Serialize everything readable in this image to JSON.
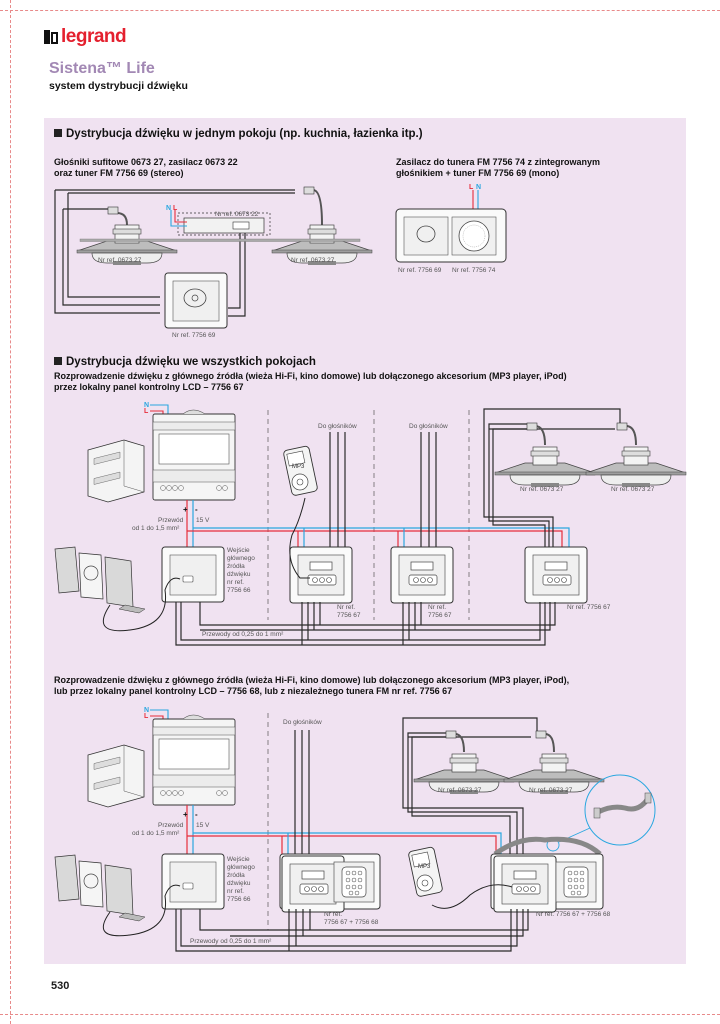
{
  "brand": {
    "logo_text": "legrand"
  },
  "header": {
    "title": "Sistena™ Life",
    "subtitle": "system dystrybucji dźwięku"
  },
  "section1": {
    "heading": "Dystrybucja dźwięku w jednym pokoju (np. kuchnia, łazienka itp.)",
    "left": {
      "caption_line1": "Głośniki sufitowe 0673 27, zasilacz 0673 22",
      "caption_line2": "oraz tuner FM 7756 69 (stereo)",
      "labels": {
        "N": "N",
        "L": "L",
        "psu_ref": "Nr ref. 0673 22",
        "speaker_left_ref": "Nr ref. 0673 27",
        "speaker_right_ref": "Nr ref. 0673 27",
        "tuner_ref": "Nr ref. 7756 69"
      }
    },
    "right": {
      "caption_line1": "Zasilacz do tunera FM 7756 74 z zintegrowanym",
      "caption_line2": "głośnikiem + tuner FM 7756 69 (mono)",
      "labels": {
        "L": "L",
        "N": "N",
        "tuner_ref": "Nr ref. 7756 69",
        "speaker_ref": "Nr ref. 7756 74"
      }
    }
  },
  "section2": {
    "heading": "Dystrybucja dźwięku we wszystkich pokojach",
    "caption_line1": "Rozprowadzenie dźwięku z głównego źródła (wieża Hi-Fi, kino domowe) lub dołączonego akcesorium (MP3 player, iPod)",
    "caption_line2": "przez lokalny panel kontrolny LCD – 7756 67",
    "labels": {
      "N": "N",
      "L": "L",
      "to_speakers_1": "Do głośników",
      "to_speakers_2": "Do głośników",
      "mp3": "MP3",
      "cable_line1": "Przewód",
      "cable_line2": "od 1 do 1,5 mm²",
      "voltage": "15 V",
      "input_line1": "Wejście",
      "input_line2": "głównego",
      "input_line3": "źródła",
      "input_line4": "dźwięku",
      "input_line5": "nr ref.",
      "input_line6": "7756 66",
      "panel1_ref_line1": "Nr ref.",
      "panel1_ref_line2": "7756 67",
      "panel2_ref_line1": "Nr ref.",
      "panel2_ref_line2": "7756 67",
      "panel3_ref": "Nr ref. 7756 67",
      "speaker_left_ref": "Nr ref. 0673 27",
      "speaker_right_ref": "Nr ref. 0673 27",
      "bus_wires": "Przewody od 0,25 do 1 mm²"
    }
  },
  "section3": {
    "caption_line1": "Rozprowadzenie dźwięku z głównego źródła (wieża Hi-Fi, kino domowe) lub dołączonego akcesorium (MP3 player, iPod),",
    "caption_line2": "lub przez lokalny panel kontrolny LCD – 7756 68, lub z niezależnego tunera FM nr ref. 7756 67",
    "labels": {
      "N": "N",
      "L": "L",
      "to_speakers": "Do głośników",
      "mp3": "MP3",
      "cable_line1": "Przewód",
      "cable_line2": "od 1 do 1,5 mm²",
      "voltage": "15 V",
      "input_line1": "Wejście",
      "input_line2": "głównego",
      "input_line3": "źródła",
      "input_line4": "dźwięku",
      "input_line5": "nr ref.",
      "input_line6": "7756 66",
      "panel1_ref_line1": "Nr ref.",
      "panel1_ref_line2": "7756 67 + 7756 68",
      "panel2_ref": "Nr ref. 7756 67 + 7756 68",
      "speaker_left_ref": "Nr ref. 0673 27",
      "speaker_right_ref": "Nr ref. 0673 27",
      "bus_wires": "Przewody od 0,25 do 1 mm²"
    }
  },
  "footer": {
    "page_number": "530"
  },
  "colors": {
    "brand_red": "#e4202e",
    "title_purple": "#a288b4",
    "panel_bg": "#f0e2f1",
    "wire_live": "#e62e3c",
    "wire_neutral": "#2aa7e0",
    "wire_black": "#2b2b2b"
  }
}
